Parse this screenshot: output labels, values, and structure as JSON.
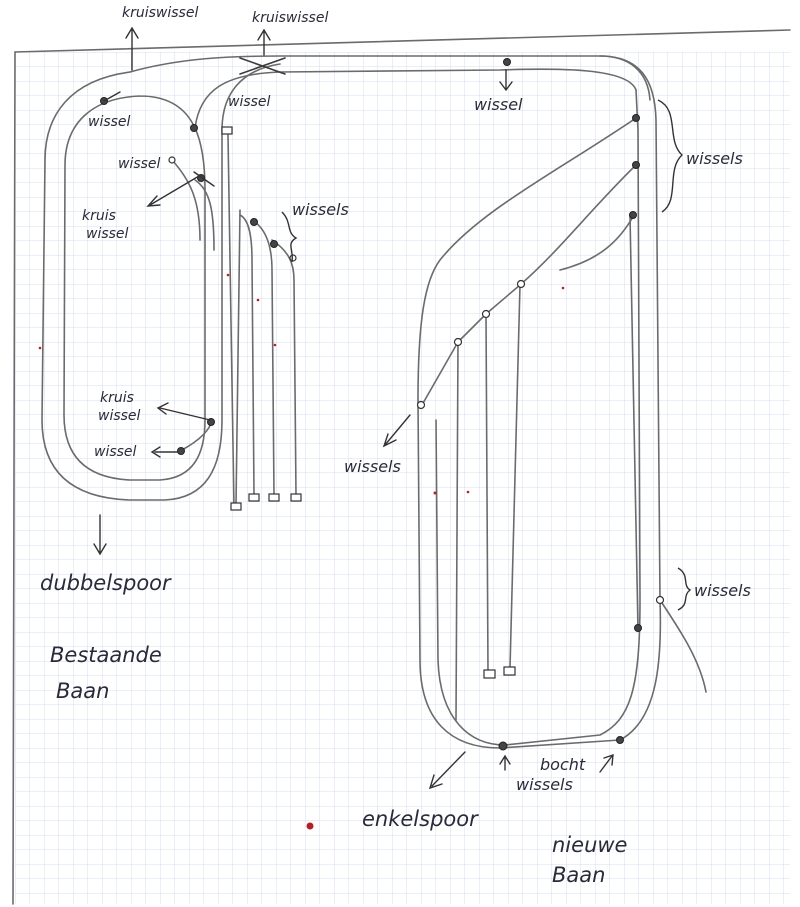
{
  "labels": {
    "kruiswissel_1": "kruiswissel",
    "kruiswissel_2": "kruiswissel",
    "wissel_top_left": "wissel",
    "wissel_top_inner": "wissel",
    "wissel_top_right": "wissel",
    "wissel_left": "wissel",
    "kruis_wissel_top": [
      "kruis",
      "wissel"
    ],
    "wissels_yard": "wissels",
    "wissels_right_top": "wissels",
    "kruis_wissel_bottom": [
      "kruis",
      "wissel"
    ],
    "wissel_bottom_left": "wissel",
    "wissels_fan": "wissels",
    "wissels_right_bottom": "wissels",
    "dubbelspoor": "dubbelspoor",
    "bestaande_baan": [
      "Bestaande",
      "Baan"
    ],
    "bocht_wissels": [
      "bocht",
      "wissels"
    ],
    "enkelspoor": "enkelspoor",
    "nieuwe_baan": [
      "nieuwe",
      "Baan"
    ]
  },
  "colors": {
    "grid": "#c9d3ea",
    "track": "#6b6b6b",
    "ink": "#2a2a3a",
    "red_dot": "#b3202a"
  }
}
